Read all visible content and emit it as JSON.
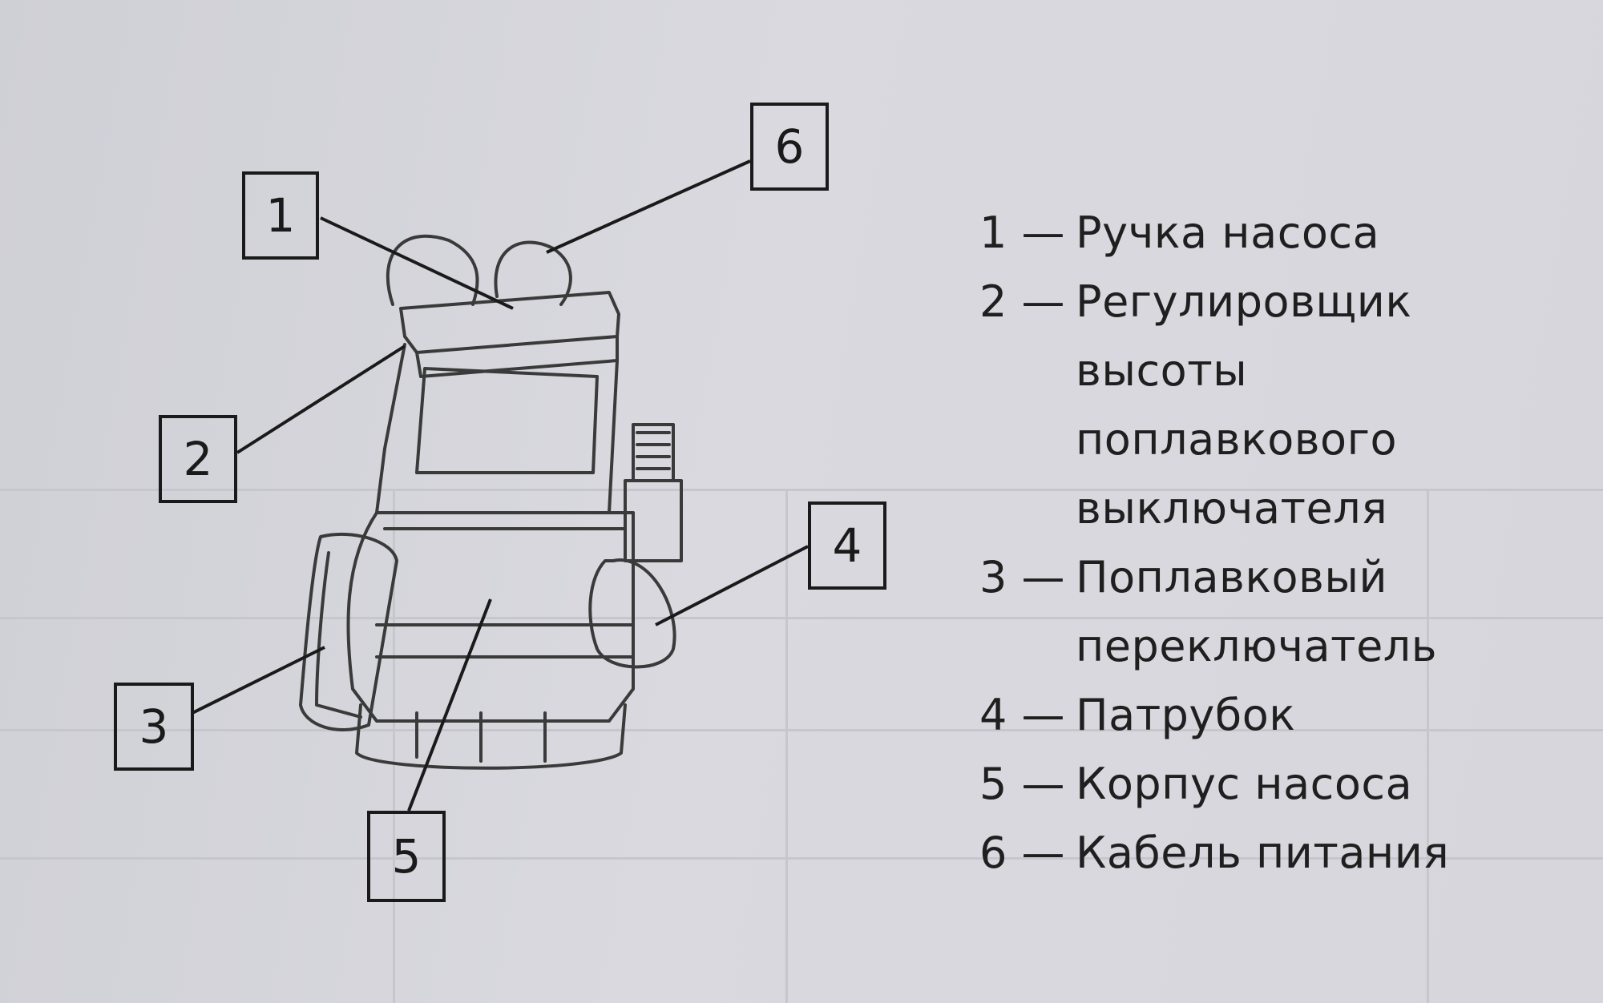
{
  "callouts": [
    {
      "id": "1",
      "label": "1"
    },
    {
      "id": "2",
      "label": "2"
    },
    {
      "id": "3",
      "label": "3"
    },
    {
      "id": "4",
      "label": "4"
    },
    {
      "id": "5",
      "label": "5"
    },
    {
      "id": "6",
      "label": "6"
    }
  ],
  "legend": [
    {
      "num": "1 —",
      "lines": [
        "Ручка насоса"
      ]
    },
    {
      "num": "2 —",
      "lines": [
        "Регулировщик",
        "высоты",
        "поплавкового",
        "выключателя"
      ]
    },
    {
      "num": "3 —",
      "lines": [
        "Поплавковый",
        "переключатель"
      ]
    },
    {
      "num": "4 —",
      "lines": [
        "Патрубок"
      ]
    },
    {
      "num": "5 —",
      "lines": [
        "Корпус насоса"
      ]
    },
    {
      "num": "6 —",
      "lines": [
        "Кабель питания"
      ]
    }
  ],
  "colors": {
    "ink": "#1a1a1a",
    "paper": "#d6d6dc",
    "bleed": "#bdbdc5"
  }
}
